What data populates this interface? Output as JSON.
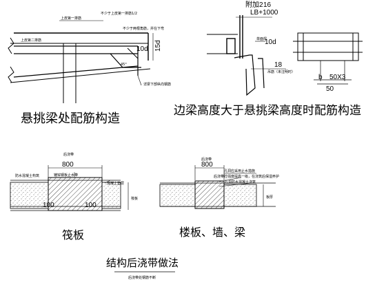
{
  "top_left": {
    "title": "悬挑梁处配筋构造",
    "notes": {
      "top_rebar": "上皮第一排筋",
      "not_less_half": "不少于上皮第一排筋1/2",
      "not_less_two": "不少于两根角筋，并在下弯",
      "top_second_row": "上皮第二排筋",
      "bottom_rebar_ref": "详梁下部纵向钢筋"
    },
    "dims": {
      "d10": "10d",
      "d15": "15d",
      "angle": "45°"
    }
  },
  "top_right": {
    "title": "边梁高度大于悬挑梁高度时配筋构造",
    "notes": {
      "bar_spec": "附加2",
      "bar_dia": "16",
      "lb": "LB+1000",
      "d10": "10d",
      "single_bar": "单面焊",
      "hanger": "吊筋（未注明时）"
    },
    "dims": {
      "v18": "18",
      "b": "b",
      "d50x3": "50X3",
      "d50": "50"
    }
  },
  "bottom_left": {
    "title": "筏板",
    "dim_top": "800",
    "label_top": "后浇带",
    "notes": {
      "waterproof_concrete": "防水混凝土构筑",
      "stop_plate": "镀锌钢板止水带",
      "cushion": "混凝土垫层",
      "thickness": "筏板"
    },
    "dim_100a": "100",
    "dim_100b": "100"
  },
  "bottom_right": {
    "title": "楼板、墙、梁",
    "dim_top": "800",
    "label_top": "后浇带",
    "notes": {
      "n1": "孔洞应采用止水措施",
      "n2": "后浇带砼强度提高一级，在浇筑后保湿养护",
      "n3": "孔洞防水混凝土浇筑"
    },
    "thickness": "板厚"
  },
  "footer": {
    "title": "结构后浇带做法",
    "subtitle": "后浇带处钢筋不断"
  }
}
